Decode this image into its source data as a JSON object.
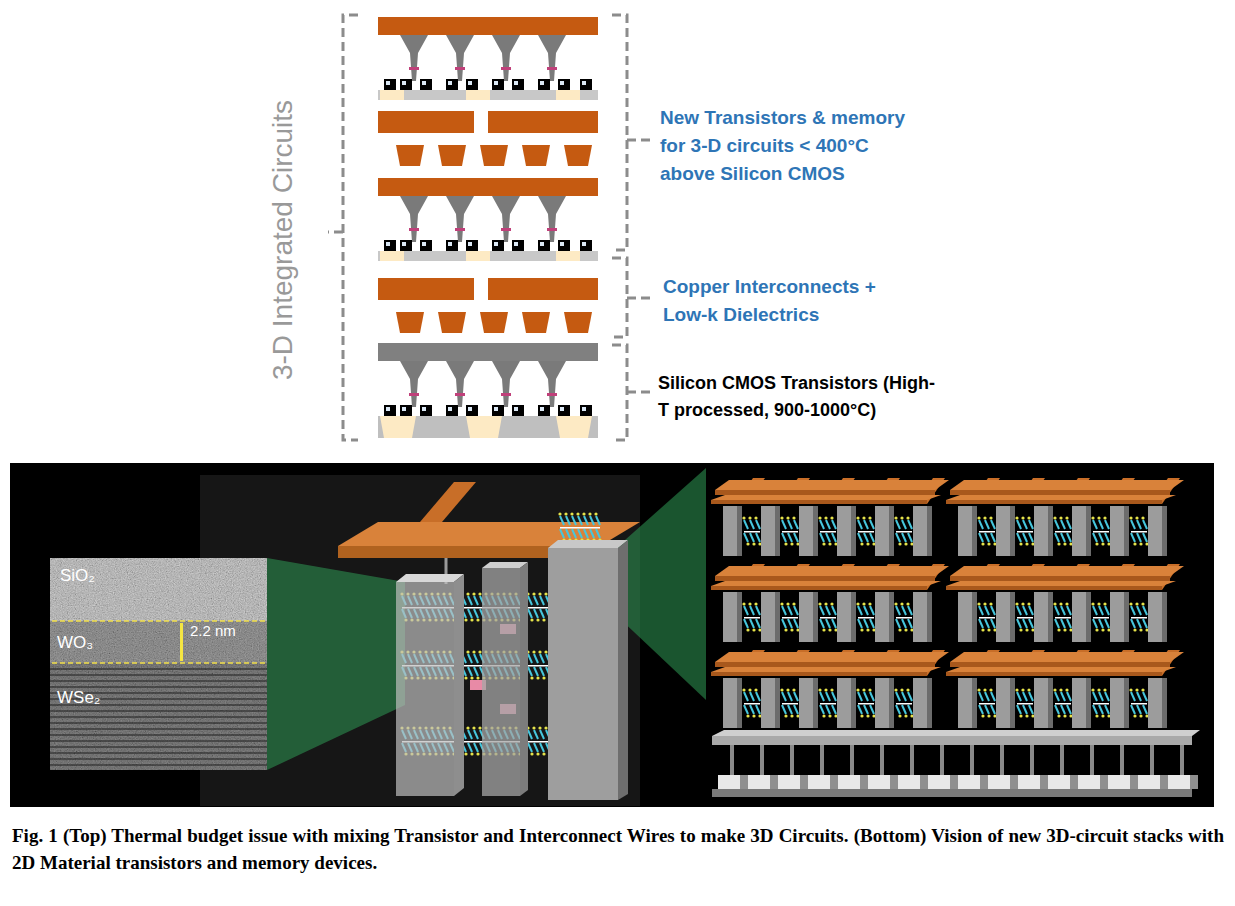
{
  "diagram": {
    "caption": "Fig. 1 (Top) Thermal budget issue with mixing Transistor and Interconnect Wires to make 3D Circuits. (Bottom) Vision of new 3D-circuit stacks with 2D Material transistors and memory devices.",
    "labels": [
      "3-D Integrated Circuits",
      "New Transistors & memory for 3-D circuits < 400°C above Silicon CMOS",
      "Copper Interconnects + Low-k Dielectrics",
      "Silicon CMOS Transistors (High-T processed, 900-1000°C)",
      "SiO₂",
      "WO₃",
      "2.2 nm",
      "WSe₂"
    ]
  }
}
